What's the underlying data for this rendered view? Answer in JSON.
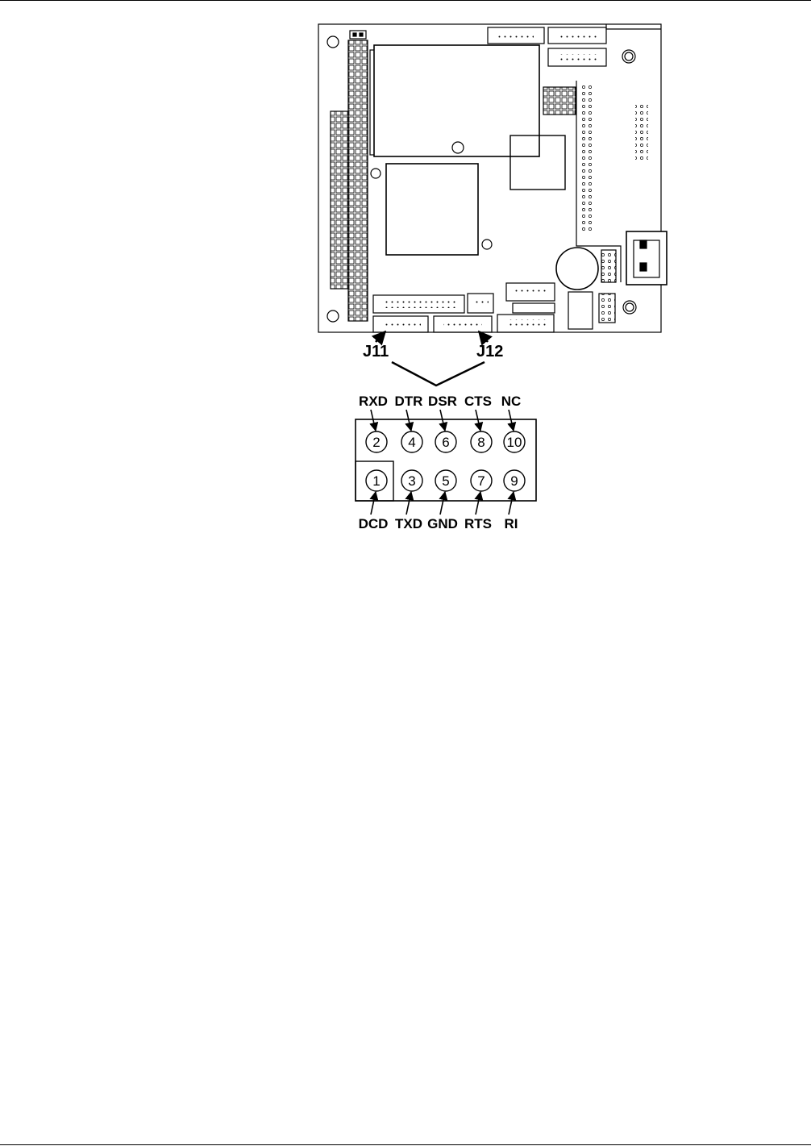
{
  "connectors": {
    "left": "J11",
    "right": "J12"
  },
  "pinout": {
    "top_row": [
      {
        "pin": "2",
        "signal": "RXD"
      },
      {
        "pin": "4",
        "signal": "DTR"
      },
      {
        "pin": "6",
        "signal": "DSR"
      },
      {
        "pin": "8",
        "signal": "CTS"
      },
      {
        "pin": "10",
        "signal": "NC"
      }
    ],
    "bottom_row": [
      {
        "pin": "1",
        "signal": "DCD"
      },
      {
        "pin": "3",
        "signal": "TXD"
      },
      {
        "pin": "5",
        "signal": "GND"
      },
      {
        "pin": "7",
        "signal": "RTS"
      },
      {
        "pin": "9",
        "signal": "RI"
      }
    ]
  }
}
